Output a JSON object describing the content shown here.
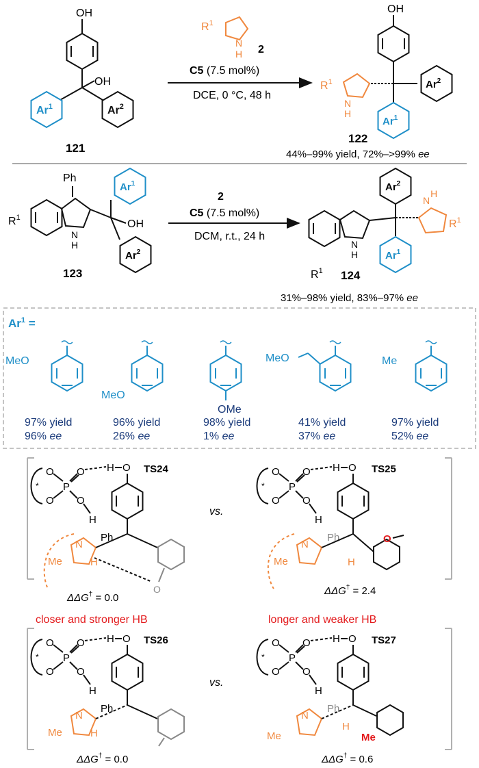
{
  "colors": {
    "black": "#111111",
    "blue": "#1f8fc8",
    "orange": "#f0883e",
    "red": "#e31a1c",
    "navy": "#1a3a7a",
    "gray": "#9a9a9a",
    "dashgray": "#b0b0b0"
  },
  "scheme1": {
    "sm_label": "121",
    "oh": "OH",
    "ho_top": "OH",
    "ar1": "Ar",
    "ar1_sup": "1",
    "ar2": "Ar",
    "ar2_sup": "2",
    "reagent_r1": "R",
    "reagent_r1_sup": "1",
    "reagent_nh": "N",
    "reagent_h": "H",
    "reagent_num": "2",
    "cond_cat": "C5",
    "cond_load": "(7.5 mol%)",
    "cond_line2": "DCE, 0 °C, 48 h",
    "prod_label": "122",
    "prod_r1": "R",
    "prod_r1_sup": "1",
    "prod_nh": "N",
    "prod_h": "H",
    "yield": "44%–99% yield, 72%–>99%",
    "ee": "ee"
  },
  "scheme2": {
    "sm_label": "123",
    "ph": "Ph",
    "r1": "R",
    "r1_sup": "1",
    "nh": "N",
    "h": "H",
    "oh": "OH",
    "reagent_num": "2",
    "cond_cat": "C5",
    "cond_load": "(7.5 mol%)",
    "cond_line2": "DCM, r.t., 24 h",
    "prod_label": "124",
    "yield": "31%–98% yield, 83%–97%",
    "ee": "ee"
  },
  "ar1_panel": {
    "title": "Ar",
    "title_sup": "1",
    "title_eq": " =",
    "items": [
      {
        "sub": "MeO",
        "yield": "97% yield",
        "ee_val": "96%",
        "ee": "ee"
      },
      {
        "sub": "MeO",
        "yield": "96% yield",
        "ee_val": "26%",
        "ee": "ee"
      },
      {
        "sub": "OMe",
        "yield": "98% yield",
        "ee_val": "1%",
        "ee": "ee"
      },
      {
        "sub": "MeO",
        "yield": "41% yield",
        "ee_val": "37%",
        "ee": "ee"
      },
      {
        "sub": "Me",
        "yield": "97% yield",
        "ee_val": "52%",
        "ee": "ee"
      }
    ]
  },
  "ts": {
    "vs": "vs.",
    "items": [
      {
        "label": "TS24",
        "dg": "= 0.0",
        "hb": "closer and stronger HB"
      },
      {
        "label": "TS25",
        "dg": "= 2.4",
        "hb": "longer and weaker HB"
      },
      {
        "label": "TS26",
        "dg": "= 0.0",
        "hb": ""
      },
      {
        "label": "TS27",
        "dg": "= 0.6",
        "hb": ""
      }
    ],
    "dg_sym": "ΔΔG",
    "dg_sup": "†",
    "o": "O",
    "p": "P",
    "h": "H",
    "n": "N",
    "star": "*",
    "ph": "Ph",
    "me": "Me"
  }
}
